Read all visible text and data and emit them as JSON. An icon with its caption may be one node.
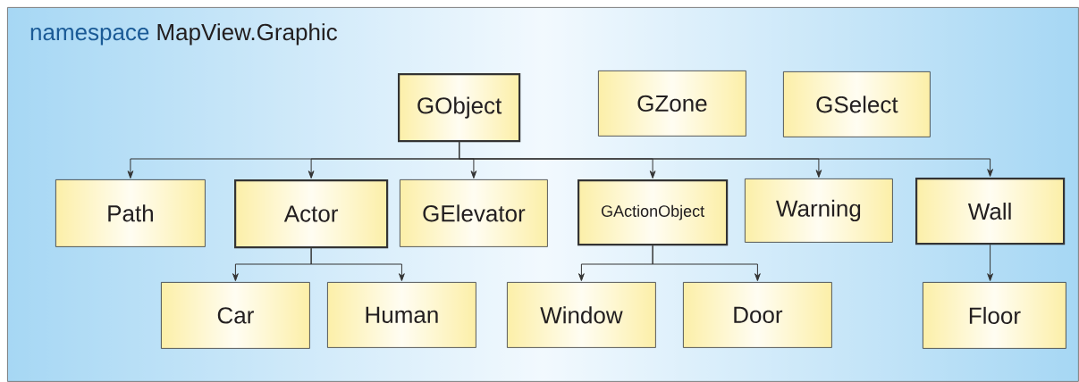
{
  "diagram": {
    "nodes": [
      {
        "text": [
          "namespace",
          "MapView.Graphic"
        ]
      },
      {
        "text": [
          "GObject"
        ],
        "in": 0
      },
      {
        "text": [
          "GZone"
        ],
        "in": 0
      },
      {
        "text": [
          "GSelect"
        ],
        "in": 0
      },
      {
        "text": [
          "Path"
        ],
        "in": 0
      },
      {
        "text": [
          "Actor"
        ],
        "in": 0
      },
      {
        "text": [
          "GElevator"
        ],
        "in": 0
      },
      {
        "text": [
          "GActionObject"
        ],
        "in": 0
      },
      {
        "text": [
          "Warning"
        ],
        "in": 0
      },
      {
        "text": [
          "Wall"
        ],
        "in": 0
      },
      {
        "text": [
          "Car"
        ],
        "in": 0
      },
      {
        "text": [
          "Human"
        ],
        "in": 0
      },
      {
        "text": [
          "Window"
        ],
        "in": 0
      },
      {
        "text": [
          "Door"
        ],
        "in": 0
      },
      {
        "text": [
          "Floor"
        ],
        "in": 0
      }
    ],
    "edges": [
      {
        "from": 1,
        "to": 4,
        "arrow": "to"
      },
      {
        "from": 1,
        "to": 5,
        "arrow": "to"
      },
      {
        "from": 1,
        "to": 6,
        "arrow": "to"
      },
      {
        "from": 1,
        "to": 7,
        "arrow": "to"
      },
      {
        "from": 1,
        "to": 8,
        "arrow": "to"
      },
      {
        "from": 1,
        "to": 9,
        "arrow": "to"
      },
      {
        "from": 5,
        "to": 10,
        "arrow": "to"
      },
      {
        "from": 5,
        "to": 11,
        "arrow": "to"
      },
      {
        "from": 7,
        "to": 12,
        "arrow": "to"
      },
      {
        "from": 7,
        "to": 13,
        "arrow": "to"
      },
      {
        "from": 9,
        "to": 14,
        "arrow": "to"
      }
    ]
  }
}
